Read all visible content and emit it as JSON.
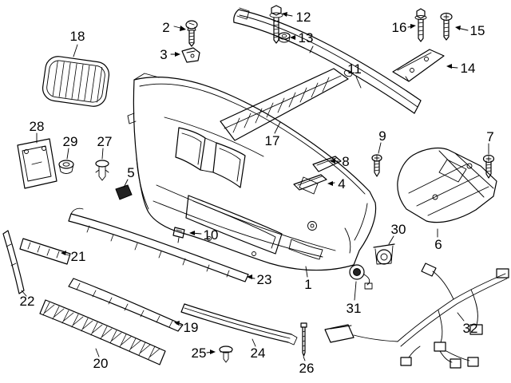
{
  "diagram": {
    "kind": "exploded-parts-diagram",
    "background_color": "#ffffff",
    "line_color": "#000000",
    "callouts": {
      "p1": {
        "label": "1"
      },
      "p2": {
        "label": "2"
      },
      "p3": {
        "label": "3"
      },
      "p4": {
        "label": "4"
      },
      "p5": {
        "label": "5"
      },
      "p6": {
        "label": "6"
      },
      "p7": {
        "label": "7"
      },
      "p8": {
        "label": "8"
      },
      "p9": {
        "label": "9"
      },
      "p10": {
        "label": "10"
      },
      "p11": {
        "label": "11"
      },
      "p12": {
        "label": "12"
      },
      "p13": {
        "label": "13"
      },
      "p14": {
        "label": "14"
      },
      "p15": {
        "label": "15"
      },
      "p16": {
        "label": "16"
      },
      "p17": {
        "label": "17"
      },
      "p18": {
        "label": "18"
      },
      "p19": {
        "label": "19"
      },
      "p20": {
        "label": "20"
      },
      "p21": {
        "label": "21"
      },
      "p22": {
        "label": "22"
      },
      "p23": {
        "label": "23"
      },
      "p24": {
        "label": "24"
      },
      "p25": {
        "label": "25"
      },
      "p26": {
        "label": "26"
      },
      "p27": {
        "label": "27"
      },
      "p28": {
        "label": "28"
      },
      "p29": {
        "label": "29"
      },
      "p30": {
        "label": "30"
      },
      "p31": {
        "label": "31"
      },
      "p32": {
        "label": "32"
      }
    }
  }
}
